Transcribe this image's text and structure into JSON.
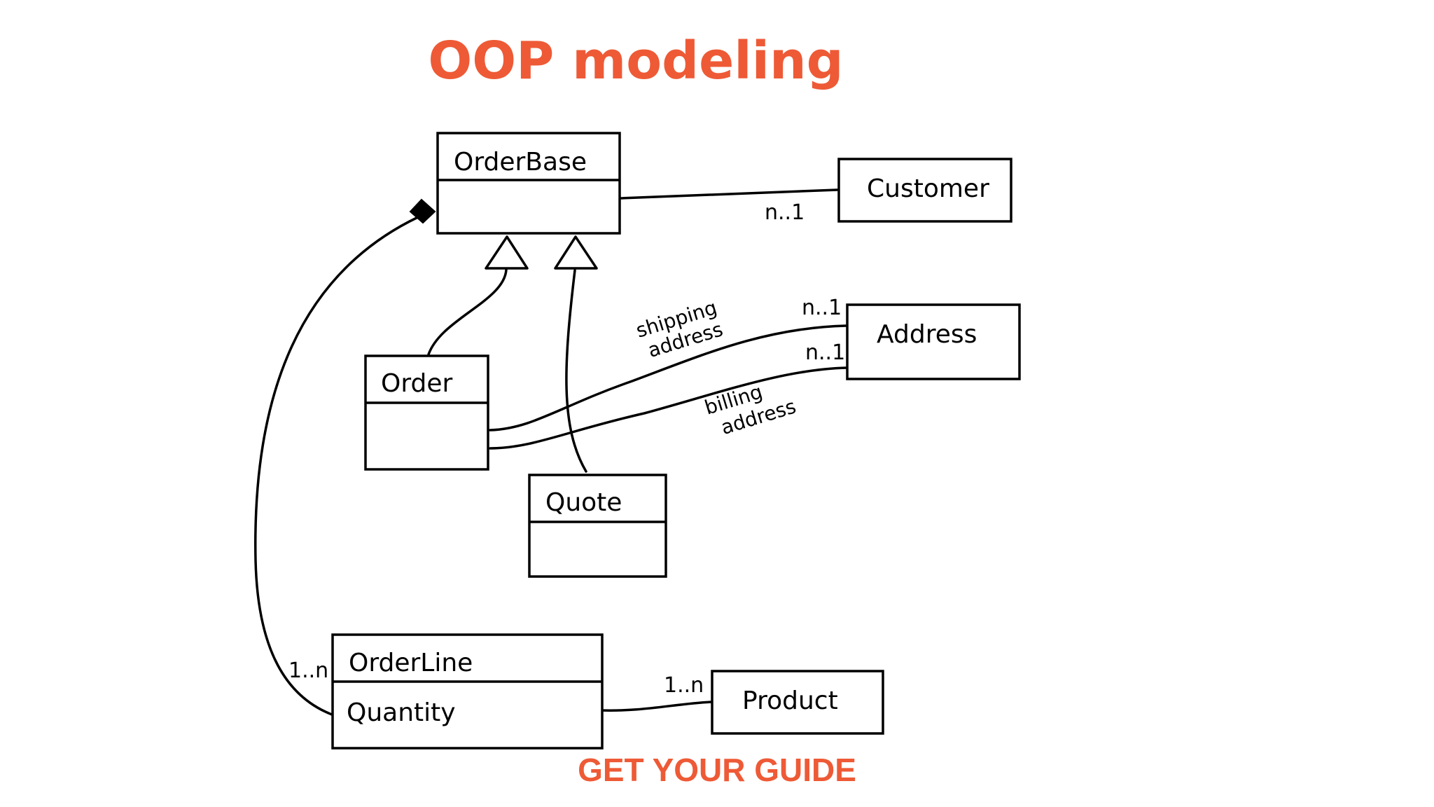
{
  "title": "OOP modeling",
  "colors": {
    "accent": "#ee5a36",
    "ink": "#000000",
    "background": "#ffffff"
  },
  "classes": {
    "order_base": {
      "name": "OrderBase",
      "attributes": []
    },
    "customer": {
      "name": "Customer"
    },
    "address": {
      "name": "Address"
    },
    "order": {
      "name": "Order",
      "attributes": []
    },
    "quote": {
      "name": "Quote",
      "attributes": []
    },
    "order_line": {
      "name": "OrderLine",
      "attributes": [
        "Quantity"
      ]
    },
    "product": {
      "name": "Product"
    }
  },
  "relationships": [
    {
      "type": "association",
      "from": "OrderBase",
      "to": "Customer",
      "multiplicity": "n..1"
    },
    {
      "type": "generalization",
      "from": "Order",
      "to": "OrderBase"
    },
    {
      "type": "generalization",
      "from": "Quote",
      "to": "OrderBase"
    },
    {
      "type": "association",
      "from": "Order",
      "to": "Address",
      "role": "shipping address",
      "multiplicity": "n..1"
    },
    {
      "type": "association",
      "from": "Order",
      "to": "Address",
      "role": "billing address",
      "multiplicity": "n..1"
    },
    {
      "type": "composition",
      "from": "OrderBase",
      "to": "OrderLine",
      "multiplicity": "1..n"
    },
    {
      "type": "association",
      "from": "OrderLine",
      "to": "Product",
      "multiplicity": "1..n"
    }
  ],
  "labels": {
    "customer_mult": "n..1",
    "shipping_role_line1": "shipping",
    "shipping_role_line2": "address",
    "shipping_mult": "n..1",
    "billing_role_line1": "billing",
    "billing_role_line2": "address",
    "billing_mult": "n..1",
    "orderline_mult": "1..n",
    "product_mult": "1..n"
  },
  "logo": "GET YOUR GUIDE"
}
